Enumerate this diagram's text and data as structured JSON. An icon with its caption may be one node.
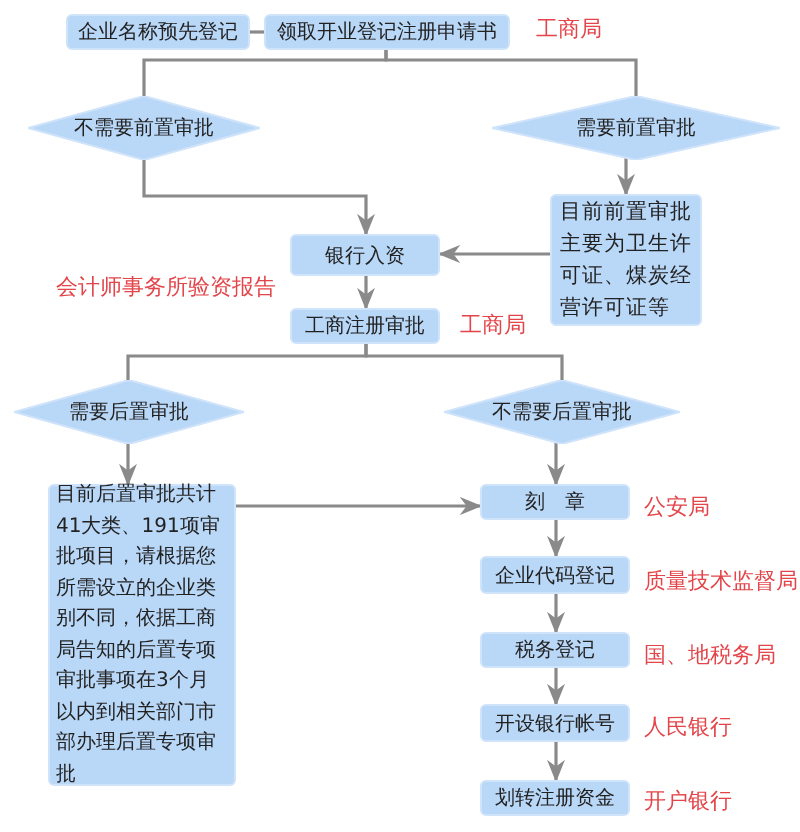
{
  "diagram": {
    "nodes": [
      {
        "text": [
          "企业名称预先登记"
        ]
      },
      {
        "text": [
          "领取开业登记注册申请书"
        ],
        "beside": [
          "工商局"
        ]
      },
      {
        "text": [
          "不需要前置审批"
        ]
      },
      {
        "text": [
          "需要前置审批"
        ]
      },
      {
        "text": [
          "目前前置审批主要为卫生许可证、煤炭经营许可证等"
        ]
      },
      {
        "text": [
          "银行入资"
        ],
        "beside": [
          "会计师事务所验资报告"
        ]
      },
      {
        "text": [
          "工商注册审批"
        ],
        "beside": [
          "工商局"
        ]
      },
      {
        "text": [
          "需要后置审批"
        ]
      },
      {
        "text": [
          "不需要后置审批"
        ]
      },
      {
        "text": [
          "目前后置审批共计41大类、191项审批项目，请根据您所需设立的企业类别不同，依据工商局告知的后置专项审批事项在3个月以内到相关部门市部办理后置专项审批"
        ]
      },
      {
        "text": [
          "刻　章"
        ],
        "beside": [
          "公安局"
        ]
      },
      {
        "text": [
          "企业代码登记"
        ],
        "beside": [
          "质量技术监督局"
        ]
      },
      {
        "text": [
          "税务登记"
        ],
        "beside": [
          "国、地税务局"
        ]
      },
      {
        "text": [
          "开设银行帐号"
        ],
        "beside": [
          "人民银行"
        ]
      },
      {
        "text": [
          "划转注册资金"
        ],
        "beside": [
          "开户银行"
        ]
      }
    ],
    "edges": [
      {
        "from": 0,
        "to": 1,
        "arrow": "none"
      },
      {
        "from": 1,
        "to": 2,
        "arrow": "none"
      },
      {
        "from": 1,
        "to": 3,
        "arrow": "none"
      },
      {
        "from": 2,
        "to": 5,
        "arrow": "to"
      },
      {
        "from": 3,
        "to": 4,
        "arrow": "to"
      },
      {
        "from": 4,
        "to": 5,
        "arrow": "to"
      },
      {
        "from": 5,
        "to": 6,
        "arrow": "to"
      },
      {
        "from": 6,
        "to": 7,
        "arrow": "none"
      },
      {
        "from": 6,
        "to": 8,
        "arrow": "none"
      },
      {
        "from": 7,
        "to": 9,
        "arrow": "to"
      },
      {
        "from": 8,
        "to": 10,
        "arrow": "to"
      },
      {
        "from": 9,
        "to": 10,
        "arrow": "to"
      },
      {
        "from": 10,
        "to": 11,
        "arrow": "to"
      },
      {
        "from": 11,
        "to": 12,
        "arrow": "to"
      },
      {
        "from": 12,
        "to": 13,
        "arrow": "to"
      },
      {
        "from": 13,
        "to": 14,
        "arrow": "to"
      }
    ]
  }
}
